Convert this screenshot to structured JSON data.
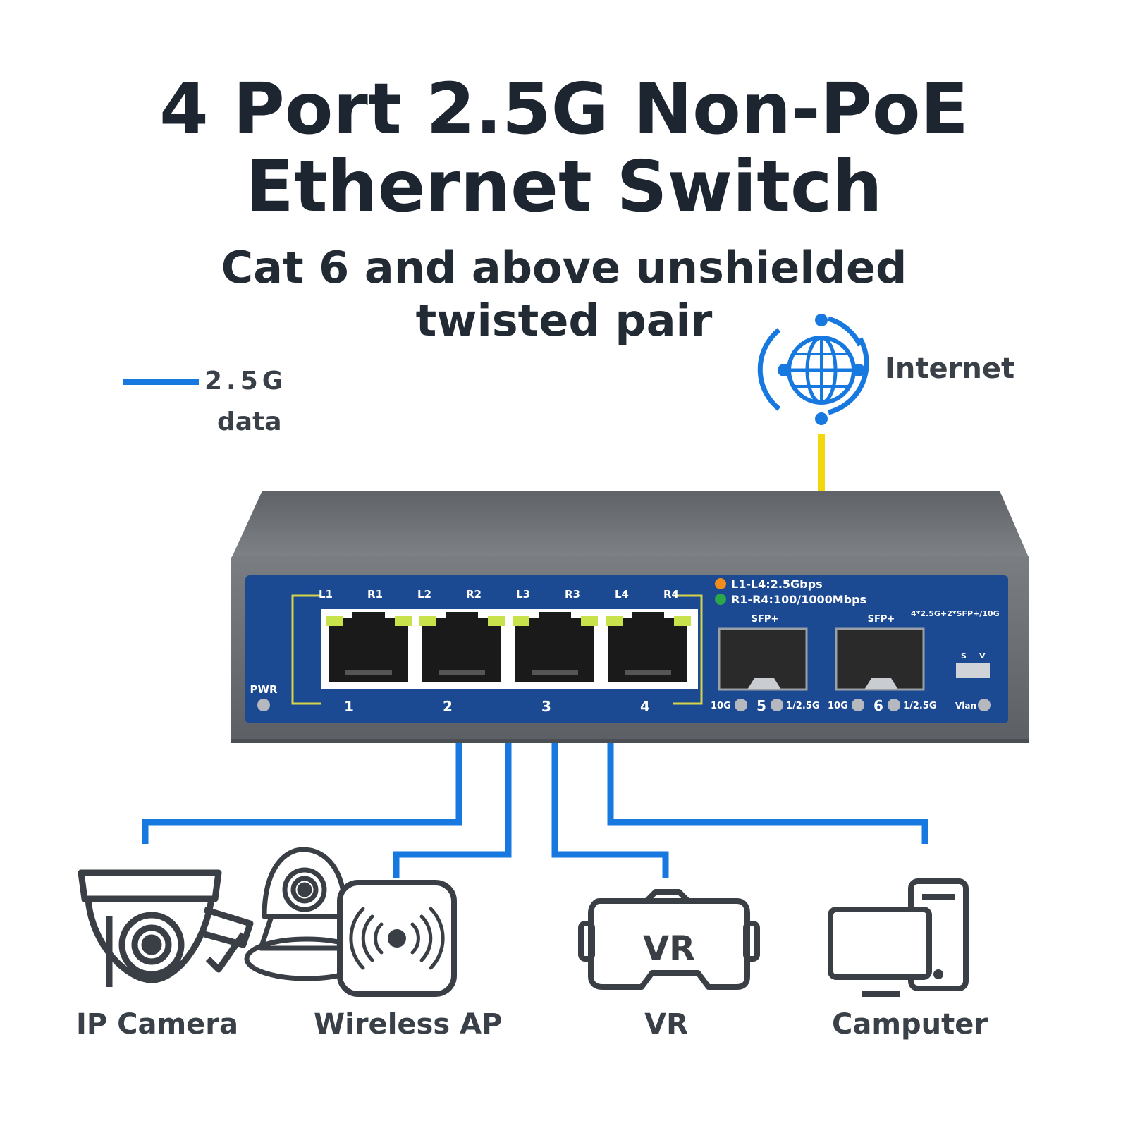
{
  "title": {
    "line1": "4 Port 2.5G Non-PoE",
    "line2": "Ethernet Switch"
  },
  "subtitle": {
    "line1": "Cat 6 and above unshielded",
    "line2": "twisted pair"
  },
  "legend": {
    "speed": "2.5G",
    "text": "data",
    "line_color": "#1778e0"
  },
  "internet": {
    "label": "Internet",
    "icon": "globe-icon",
    "uplink_color": "#f2d70f"
  },
  "switch": {
    "pwr_label": "PWR",
    "led_labels": [
      "L1",
      "R1",
      "L2",
      "R2",
      "L3",
      "R3",
      "L4",
      "R4"
    ],
    "port_numbers": [
      "1",
      "2",
      "3",
      "4"
    ],
    "legend_orange": "L1-L4:2.5Gbps",
    "legend_green": "R1-R4:100/1000Mbps",
    "spec": "4*2.5G+2*SFP+/10G",
    "sfp_label": "SFP+",
    "sfp_ports": [
      {
        "number": "5",
        "left": "10G",
        "right": "1/2.5G"
      },
      {
        "number": "6",
        "left": "10G",
        "right": "1/2.5G"
      }
    ],
    "switch_labels": {
      "s": "S",
      "v": "V"
    },
    "vlan_label": "Vlan",
    "body_color": "#6b6f74",
    "panel_color": "#1b4a93",
    "led_orange": "#f28c1c",
    "led_green": "#2ca84a"
  },
  "devices": [
    {
      "label": "IP Camera",
      "icon": "ip-camera-icon"
    },
    {
      "label": "Wireless AP",
      "icon": "wireless-ap-icon"
    },
    {
      "label": "VR",
      "icon": "vr-headset-icon"
    },
    {
      "label": "Camputer",
      "icon": "computer-icon"
    }
  ]
}
